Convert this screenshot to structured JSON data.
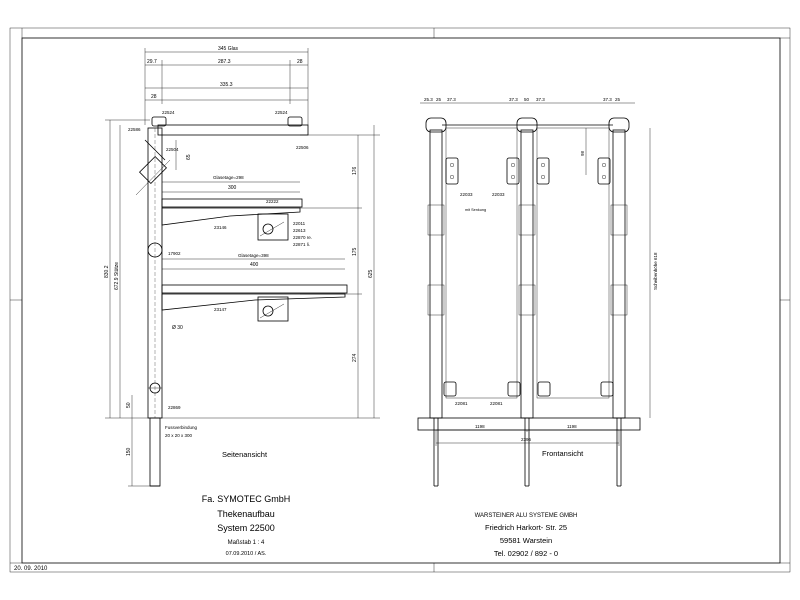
{
  "sheet": {
    "date_stamp": "20. 09. 2010"
  },
  "side_view": {
    "title": "Seitenansicht",
    "top_dims": [
      "345 Glas",
      "29.7",
      "287.3",
      "28",
      "335.3",
      "28"
    ],
    "part_numbers": [
      "22524",
      "22524",
      "22586",
      "22506",
      "22504",
      "22222",
      "22011",
      "22613",
      "22870 re.",
      "22871 li.",
      "17902",
      "23146",
      "23147",
      "22869"
    ],
    "shelf1_label": "Glasetage=298",
    "shelf1_width": "300",
    "shelf2_label": "Glasetage=398",
    "shelf2_width": "400",
    "vertical_dims": [
      "176",
      "175",
      "274",
      "625",
      "830.2",
      "672.9 Stütze",
      "50",
      "150"
    ],
    "post_dim": "65",
    "diameter": "Ø 30",
    "foot_label_1": "Fussverbindung",
    "foot_label_2": "20 x 20 x 300"
  },
  "front_view": {
    "title": "Frontansicht",
    "top_dims": [
      "25.3",
      "25",
      "37.3",
      "37.3",
      "50",
      "37.3",
      "37.3",
      "25"
    ],
    "part_numbers": [
      "22033",
      "22033",
      "22081",
      "22081"
    ],
    "note": "mit Senkung",
    "dim_98": "98",
    "side_dim": "Scheibenhöhe 618",
    "bottom_dims": [
      "1198",
      "1198",
      "2396"
    ]
  },
  "title_block_left": {
    "company": "Fa. SYMOTEC GmbH",
    "project": "Thekenaufbau",
    "system": "System 22500",
    "scale": "Maßstab 1 : 4",
    "date": "07.09.2010 / AS."
  },
  "title_block_right": {
    "company": "WARSTEINER ALU SYSTEME GMBH",
    "street": "Friedrich Harkort- Str. 25",
    "city": "59581 Warstein",
    "phone": "Tel. 02902 / 892 - 0"
  }
}
